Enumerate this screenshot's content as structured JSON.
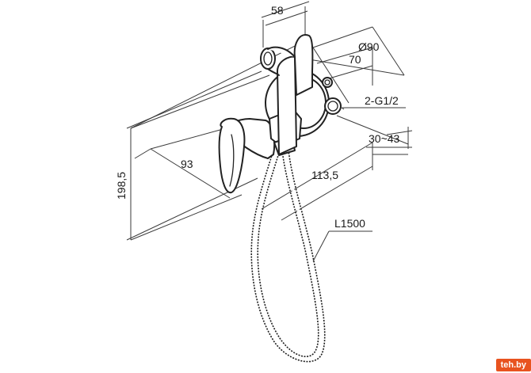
{
  "dimensions": {
    "width_top": "58",
    "diameter": "Ø90",
    "depth_70": "70",
    "thread": "2-G1/2",
    "range": "30~43",
    "depth_93": "93",
    "depth_113": "113,5",
    "height": "198,5",
    "hose_length": "L1500"
  },
  "watermark": {
    "text": "teh.by"
  }
}
